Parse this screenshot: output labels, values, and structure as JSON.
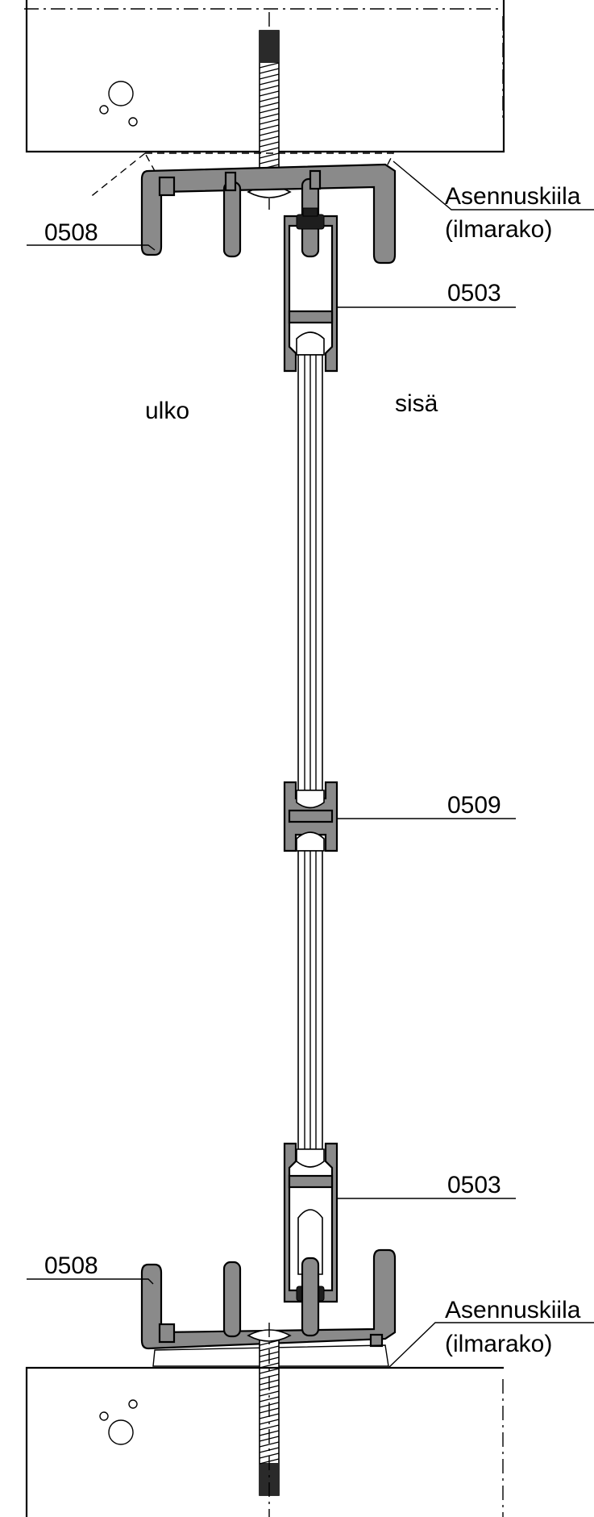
{
  "labels": {
    "profile_top_frame": "0508",
    "profile_bottom_frame": "0508",
    "profile_top_sash": "0503",
    "profile_bottom_sash": "0503",
    "profile_middle": "0509",
    "wedge_top_line1": "Asennuskiila",
    "wedge_top_line2": "(ilmarako)",
    "wedge_bottom_line1": "Asennuskiila",
    "wedge_bottom_line2": "(ilmarako)",
    "outside": "ulko",
    "inside": "sisä"
  },
  "colors": {
    "profile_fill": "#8a8a8a",
    "gasket_fill": "#1e1e1e",
    "line": "#000000",
    "background": "#ffffff"
  }
}
